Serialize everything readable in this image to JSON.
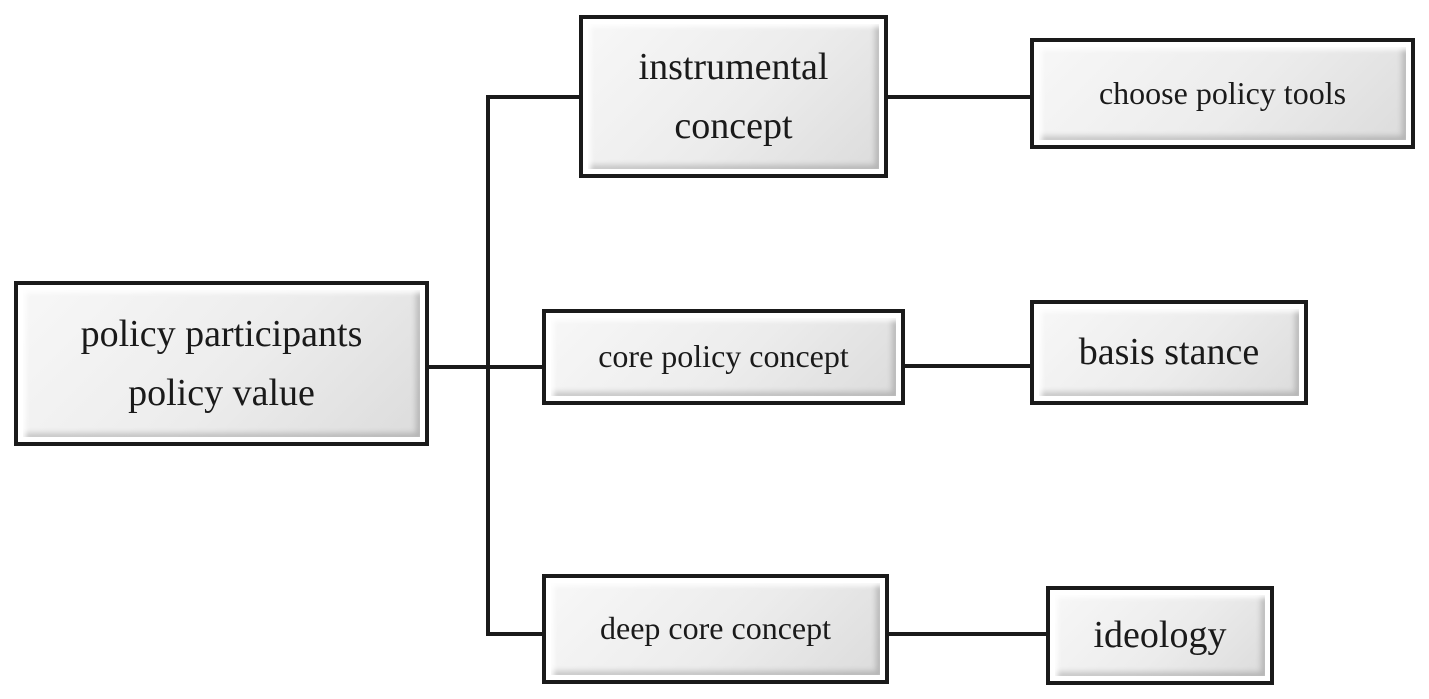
{
  "nodes": {
    "root": {
      "lines": [
        "policy participants",
        "policy value"
      ]
    },
    "instrumental": {
      "lines": [
        "instrumental",
        "concept"
      ]
    },
    "core": {
      "lines": [
        "core policy concept"
      ]
    },
    "deep_core": {
      "lines": [
        "deep core concept"
      ]
    },
    "policy_tools": {
      "lines": [
        "choose policy tools"
      ]
    },
    "basis": {
      "lines": [
        "basis stance"
      ]
    },
    "ideology": {
      "lines": [
        "ideology"
      ]
    }
  },
  "edges": [
    {
      "from": "root",
      "to": "instrumental"
    },
    {
      "from": "root",
      "to": "core"
    },
    {
      "from": "root",
      "to": "deep_core"
    },
    {
      "from": "instrumental",
      "to": "policy_tools"
    },
    {
      "from": "core",
      "to": "basis"
    },
    {
      "from": "deep_core",
      "to": "ideology"
    }
  ]
}
